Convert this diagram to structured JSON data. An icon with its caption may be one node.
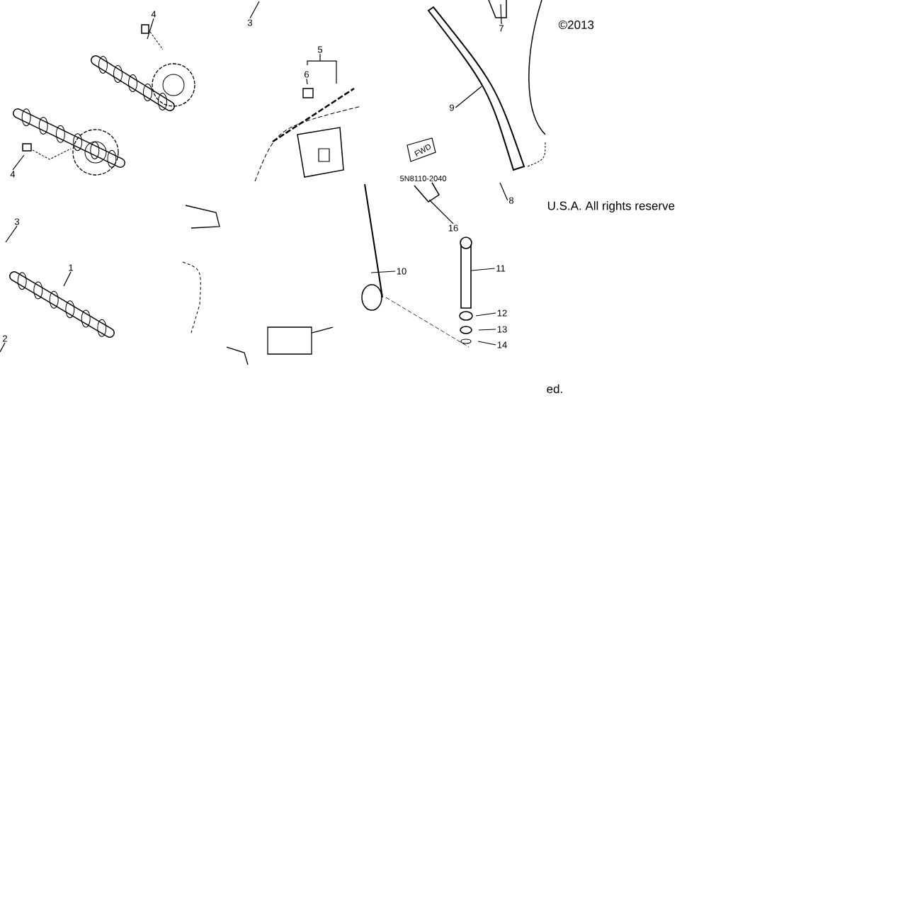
{
  "diagram": {
    "nodes": [
      {
        "text": [
          "4"
        ]
      },
      {
        "text": [
          "3"
        ]
      },
      {
        "text": [
          "5"
        ]
      },
      {
        "text": [
          "6"
        ]
      },
      {
        "text": [
          "7"
        ]
      },
      {
        "text": [
          "9"
        ]
      },
      {
        "text": [
          "4"
        ]
      },
      {
        "text": [
          "8"
        ]
      },
      {
        "text": [
          "16"
        ]
      },
      {
        "text": [
          "3"
        ]
      },
      {
        "text": [
          "1"
        ]
      },
      {
        "text": [
          "10"
        ]
      },
      {
        "text": [
          "11"
        ]
      },
      {
        "text": [
          "12"
        ]
      },
      {
        "text": [
          "13"
        ]
      },
      {
        "text": [
          "2"
        ]
      },
      {
        "text": [
          "14"
        ]
      }
    ],
    "edges": [
      {
        "from": 0,
        "to": null,
        "arrow": "none"
      },
      {
        "from": 1,
        "to": null,
        "arrow": "none"
      },
      {
        "from": 2,
        "to": null,
        "arrow": "none"
      },
      {
        "from": 3,
        "to": null,
        "arrow": "none"
      },
      {
        "from": 4,
        "to": null,
        "arrow": "none"
      },
      {
        "from": 5,
        "to": null,
        "arrow": "none"
      },
      {
        "from": 6,
        "to": null,
        "arrow": "none"
      },
      {
        "from": 7,
        "to": null,
        "arrow": "none"
      },
      {
        "from": 8,
        "to": null,
        "arrow": "none"
      },
      {
        "from": 9,
        "to": null,
        "arrow": "none"
      },
      {
        "from": 10,
        "to": null,
        "arrow": "none"
      },
      {
        "from": 11,
        "to": null,
        "arrow": "none"
      },
      {
        "from": 12,
        "to": null,
        "arrow": "none"
      },
      {
        "from": 13,
        "to": null,
        "arrow": "none"
      },
      {
        "from": 14,
        "to": null,
        "arrow": "none"
      },
      {
        "from": 15,
        "to": null,
        "arrow": "none"
      },
      {
        "from": 16,
        "to": null,
        "arrow": "none"
      }
    ],
    "labels": [
      "©2013",
      "FWD",
      "5N8110-2040",
      "U.S.A. All rights reserve",
      "ed."
    ]
  }
}
